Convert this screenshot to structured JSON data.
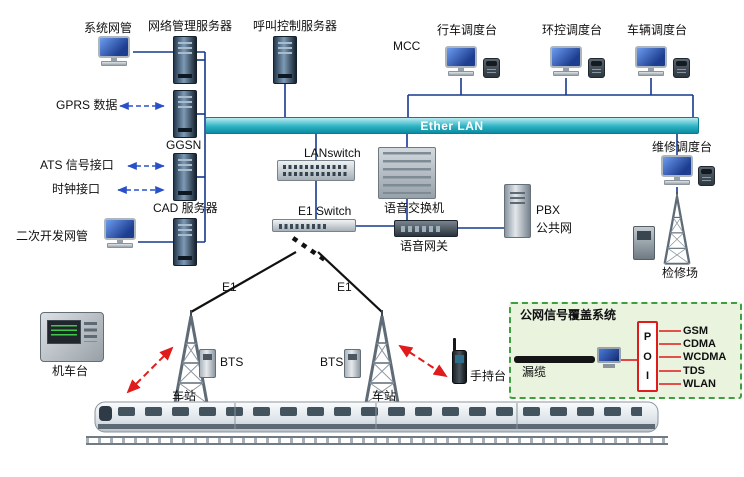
{
  "labels": {
    "system_nm": "系统网管",
    "nm_server": "网络管理服务器",
    "call_server": "呼叫控制服务器",
    "mcc": "MCC",
    "traffic_console": "行车调度台",
    "env_console": "环控调度台",
    "vehicle_console": "车辆调度台",
    "gprs_data": "GPRS 数据",
    "ggsn": "GGSN",
    "ether_lan": "Ether LAN",
    "ats_if": "ATS 信号接口",
    "clock_if": "时钟接口",
    "cad_server": "CAD 服务器",
    "secondary_nm": "二次开发网管",
    "lanswitch": "LANswitch",
    "voice_switch": "语音交换机",
    "e1_switch": "E1 Switch",
    "voice_gateway": "语音网关",
    "pbx": "PBX",
    "public_net": "公共网",
    "maint_console": "维修调度台",
    "depot": "检修场",
    "e1": "E1",
    "loco_station": "机车台",
    "bts": "BTS",
    "station": "车站",
    "handheld": "手持台",
    "coverage_title": "公网信号覆盖系统",
    "leaky_cable": "漏缆",
    "poi": [
      "P",
      "O",
      "I"
    ],
    "net_types": [
      "GSM",
      "CDMA",
      "WCDMA",
      "TDS",
      "WLAN"
    ]
  },
  "colors": {
    "line_blue": "#16388e",
    "lan_bar": "#2fb3c4",
    "coverage_bg": "#e9f3de",
    "coverage_border": "#3f9e3f",
    "accent_red": "#e01b1b"
  }
}
